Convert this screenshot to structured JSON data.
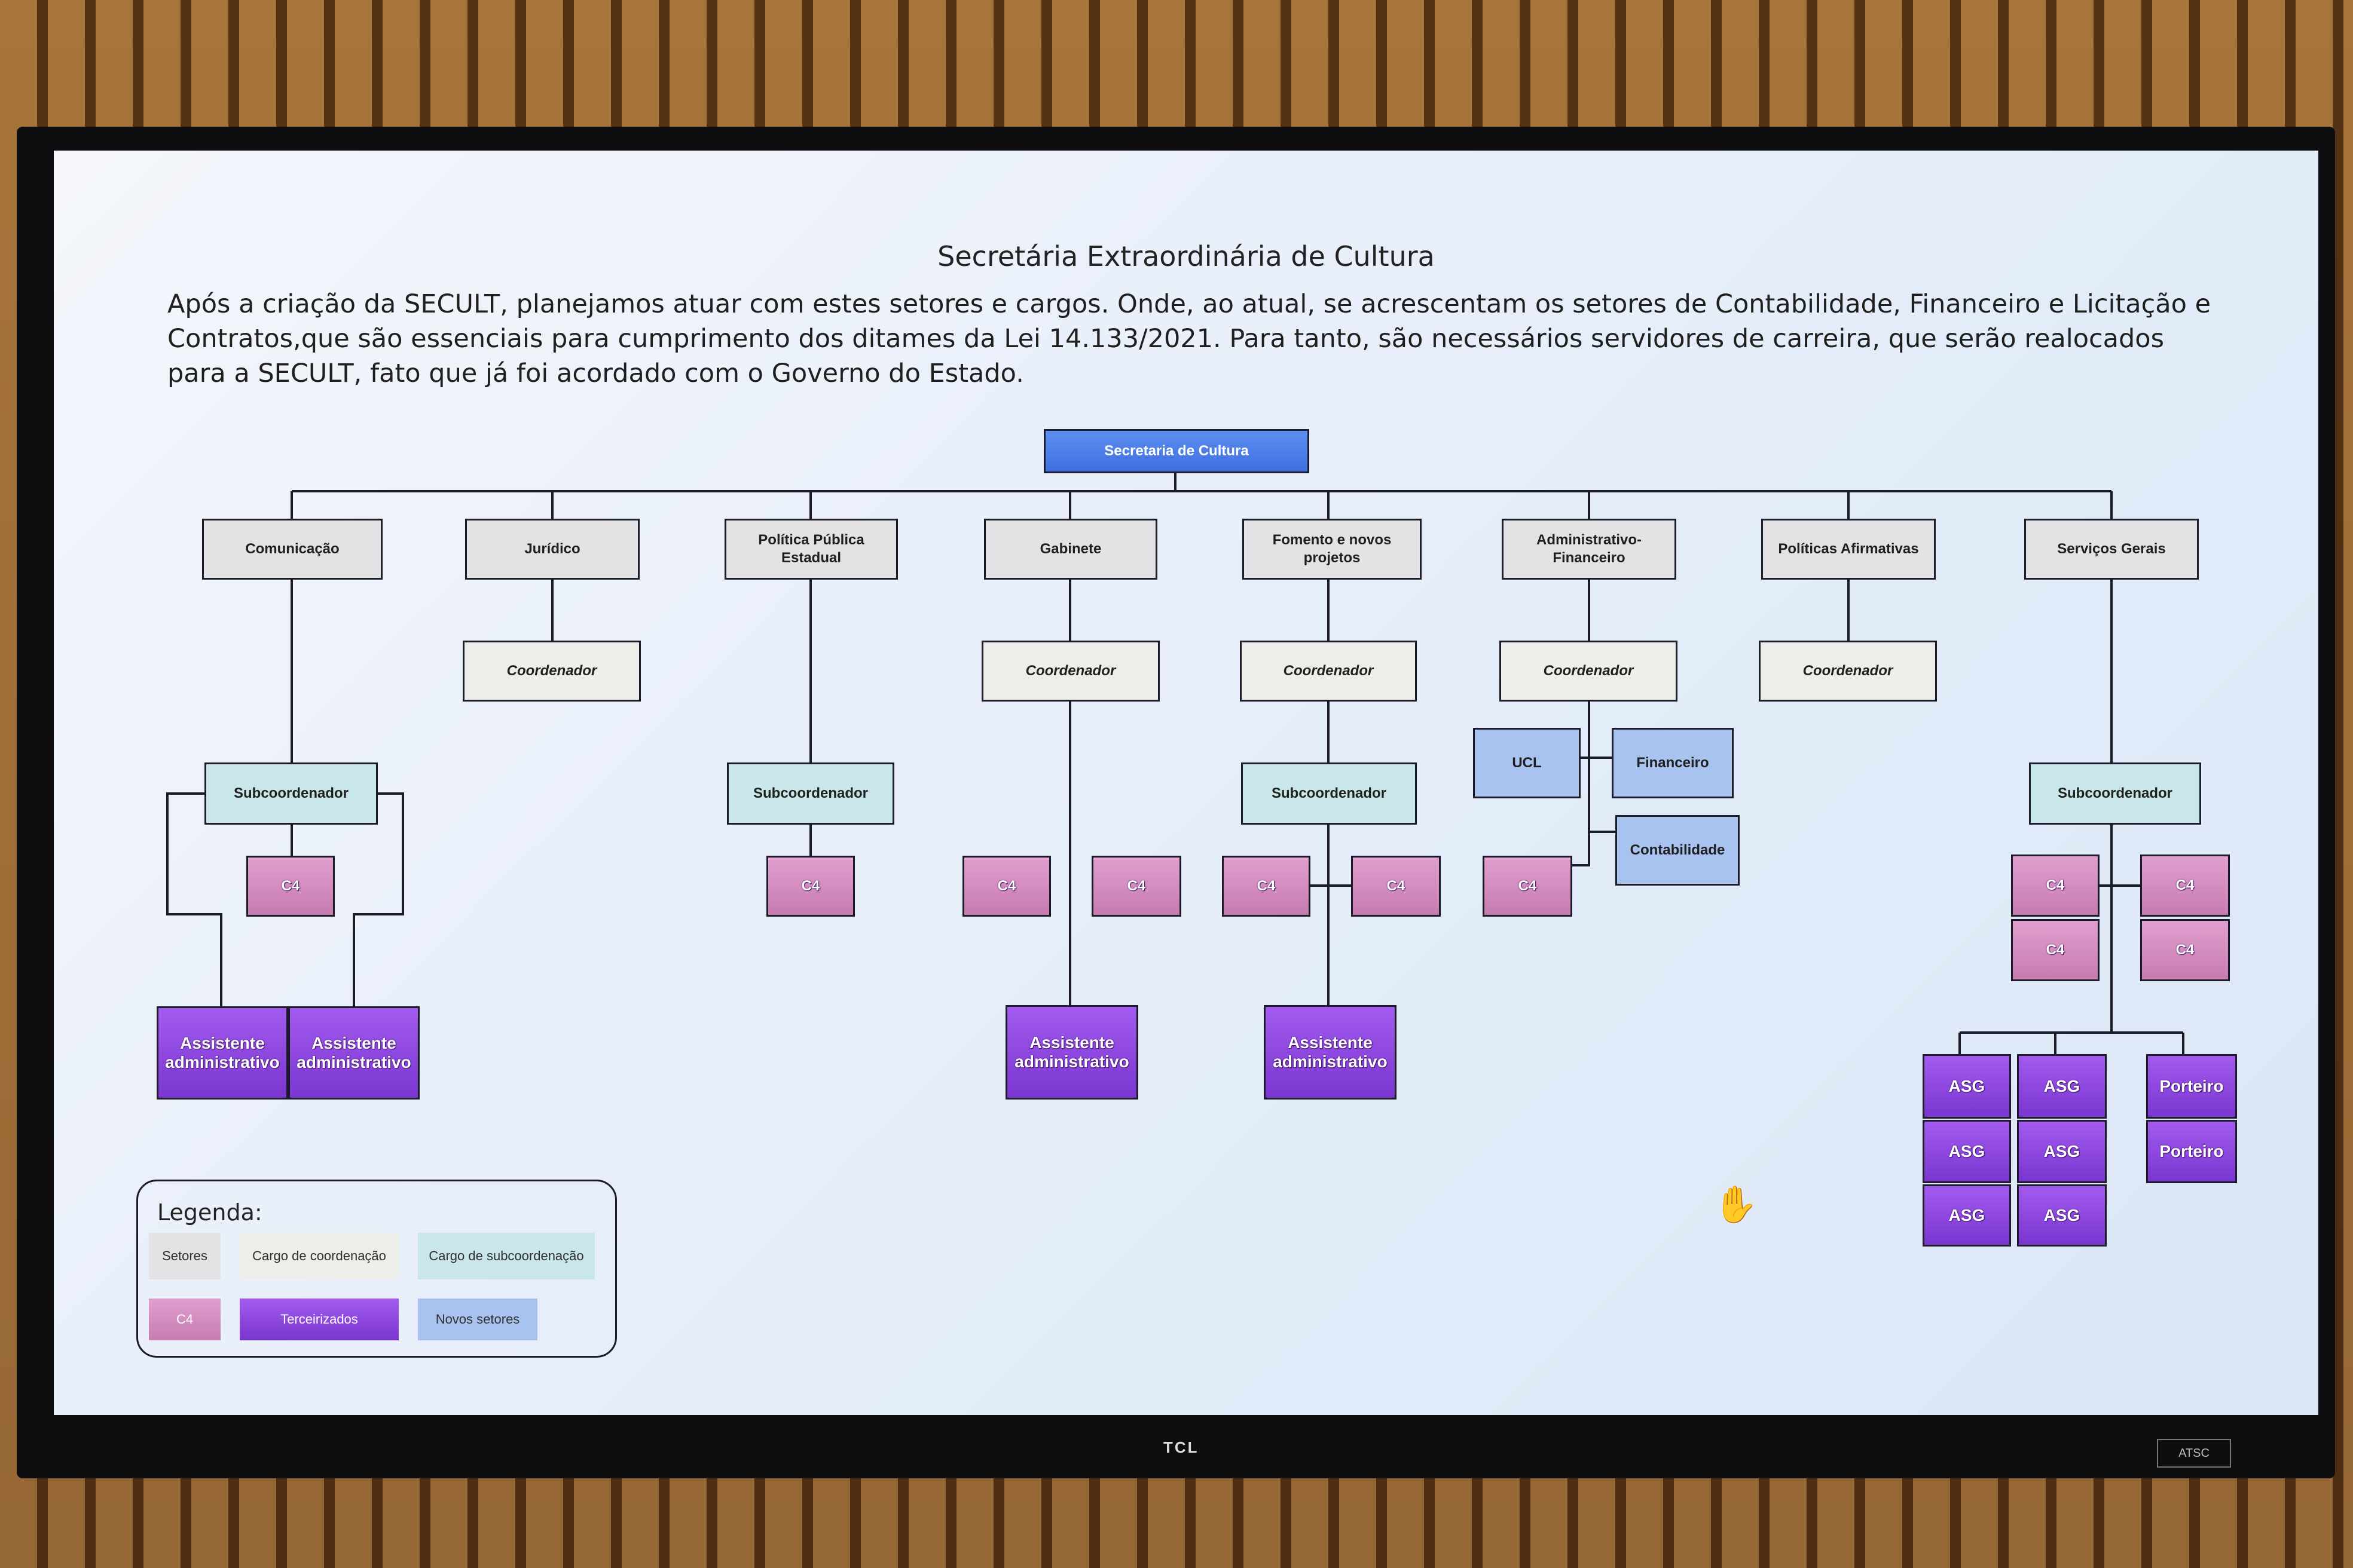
{
  "slide": {
    "title": "Secretária Extraordinária de Cultura",
    "paragraph": "Após a criação da SECULT, planejamos atuar com estes setores e cargos. Onde, ao atual, se acrescentam os setores de Contabilidade, Financeiro e Licitação e Contratos,que são essenciais para cumprimento dos ditames da Lei 14.133/2021. Para tanto, são necessários servidores de carreira, que serão realocados para a SECULT, fato que já foi acordado com o Governo do Estado."
  },
  "org": {
    "root": "Secretaria de Cultura",
    "sectors": [
      "Comunicação",
      "Jurídico",
      "Política Pública Estadual",
      "Gabinete",
      "Fomento e novos projetos",
      "Administrativo-Financeiro",
      "Políticas Afirmativas",
      "Serviços Gerais"
    ],
    "coordinator": "Coordenador",
    "subcoordinator": "Subcoordenador",
    "c4": "C4",
    "assistant": "Assistente administrativo",
    "ucl": "UCL",
    "financeiro": "Financeiro",
    "contabilidade": "Contabilidade",
    "asg": "ASG",
    "porteiro": "Porteiro"
  },
  "legend": {
    "title": "Legenda:",
    "setores": "Setores",
    "coordenacao": "Cargo de coordenação",
    "subcoordenacao": "Cargo de subcoordenação",
    "c4": "C4",
    "terceirizados": "Terceirizados",
    "novos": "Novos setores"
  },
  "tv": {
    "brand": "TCL",
    "sticker": "ATSC"
  },
  "colors": {
    "setores": "#e3e3e6",
    "coordenacao": "#ededea",
    "subcoordenacao": "#c9e6ea",
    "c4": "#d48cc0",
    "terceirizados": "#8b45e0",
    "novos_setores": "#a8c3ef",
    "root": "#4a7be8"
  },
  "icons": {
    "cursor": "hand-pointer-icon"
  }
}
